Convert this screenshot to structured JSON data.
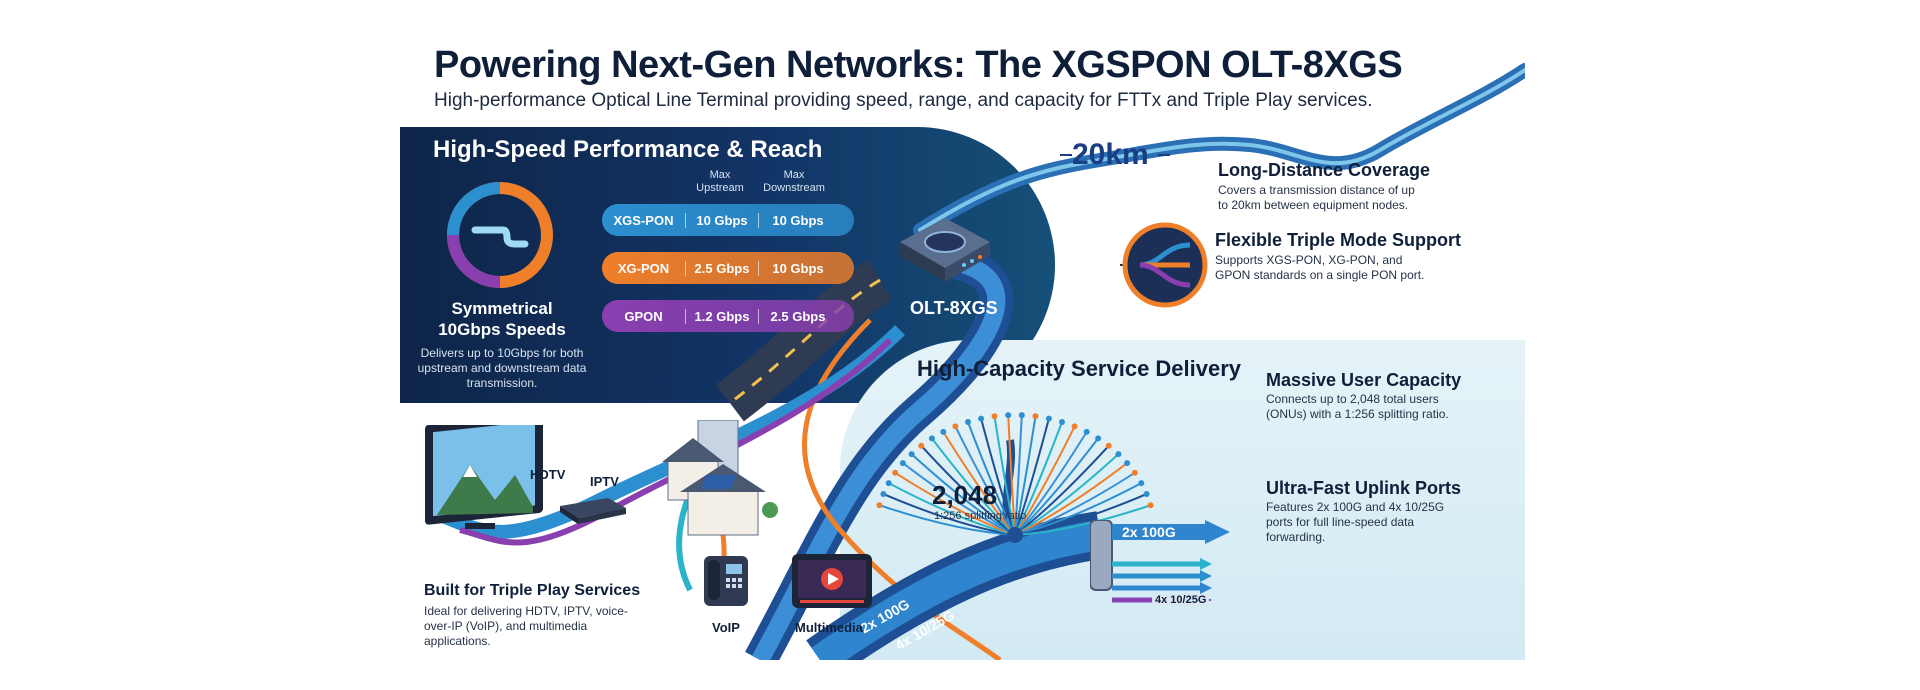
{
  "header": {
    "title": "Powering Next-Gen Networks: The XGSPON OLT-8XGS",
    "subtitle": "High-performance Optical Line Terminal providing speed, range, and capacity for FTTx and Triple Play services."
  },
  "performance": {
    "heading": "High-Speed Performance & Reach",
    "symmetrical_title": "Symmetrical 10Gbps Speeds",
    "symmetrical_desc": "Delivers up to 10Gbps for both upstream and downstream data transmission.",
    "table": {
      "col_upstream": "Max Upstream",
      "col_downstream": "Max Downstream",
      "rows": [
        {
          "standard": "XGS-PON",
          "upstream": "10 Gbps",
          "downstream": "10 Gbps",
          "color": "#2c8fd0"
        },
        {
          "standard": "XG-PON",
          "upstream": "2.5 Gbps",
          "downstream": "10 Gbps",
          "color": "#f07f2a"
        },
        {
          "standard": "GPON",
          "upstream": "1.2 Gbps",
          "downstream": "2.5 Gbps",
          "color": "#8a3fb0"
        }
      ]
    }
  },
  "device": {
    "label": "OLT-8XGS"
  },
  "distance": {
    "badge": "20km",
    "title": "Long-Distance Coverage",
    "desc": "Covers a transmission distance of up to 20km between equipment nodes."
  },
  "triple_mode": {
    "title": "Flexible Triple Mode Support",
    "desc": "Supports XGS-PON, XG-PON, and GPON standards on a single PON port."
  },
  "services": {
    "labels": {
      "hdtv": "HDTV",
      "iptv": "IPTV",
      "voip": "VoIP",
      "multimedia": "Multimedia"
    },
    "title": "Built for Triple Play Services",
    "desc": "Ideal for delivering HDTV, IPTV, voice-over-IP (VoIP), and multimedia applications."
  },
  "capacity": {
    "heading": "High-Capacity Service Delivery",
    "users_value": "2,048",
    "ratio": "1:256 splitting ratio",
    "users_title": "Massive User Capacity",
    "users_desc": "Connects up to 2,048 total users (ONUs) with a 1:256 splitting ratio."
  },
  "uplink": {
    "port_100g": "2x 100G",
    "port_25g": "4x 10/25G",
    "title": "Ultra-Fast Uplink Ports",
    "desc": "Features 2x 100G and 4x 10/25G ports for full line-speed data forwarding."
  },
  "colors": {
    "navy": "#0e2548",
    "blue": "#2c8fd0",
    "orange": "#f07f2a",
    "purple": "#8a3fb0",
    "teal": "#2bb3c9"
  }
}
